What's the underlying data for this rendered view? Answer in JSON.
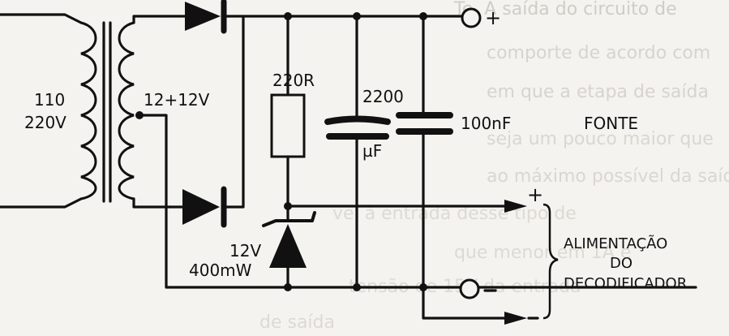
{
  "labels": {
    "mains_top": "110",
    "mains_bottom": "220V",
    "secondary": "12+12V",
    "resistor": "220R",
    "cap_top": "2200",
    "cap_bottom": "µF",
    "cap_small": "100nF",
    "fonte": "FONTE",
    "zener_voltage": "12V",
    "zener_power": "400mW",
    "alim_line1": "ALIMENTAÇÃO",
    "alim_line2": "DO",
    "alim_line3": "DECODIFICADOR",
    "plus_top": "+",
    "minus_mid": "-",
    "plus_out": "+",
    "minus_out": "-"
  },
  "background_text": [
    "Te. A saída do circuito de",
    "comporte de acordo com",
    "em que a etapa de saída",
    "seja um pouco maior que",
    "ao máximo possível da saída",
    "vel à entrada desse tipo de",
    "que menor em 1A e",
    "tensão de 15V da entrada",
    "de saída"
  ],
  "colors": {
    "ink": "#111111",
    "paper": "#f4f3ef",
    "ghost": "#c9c8c2"
  }
}
